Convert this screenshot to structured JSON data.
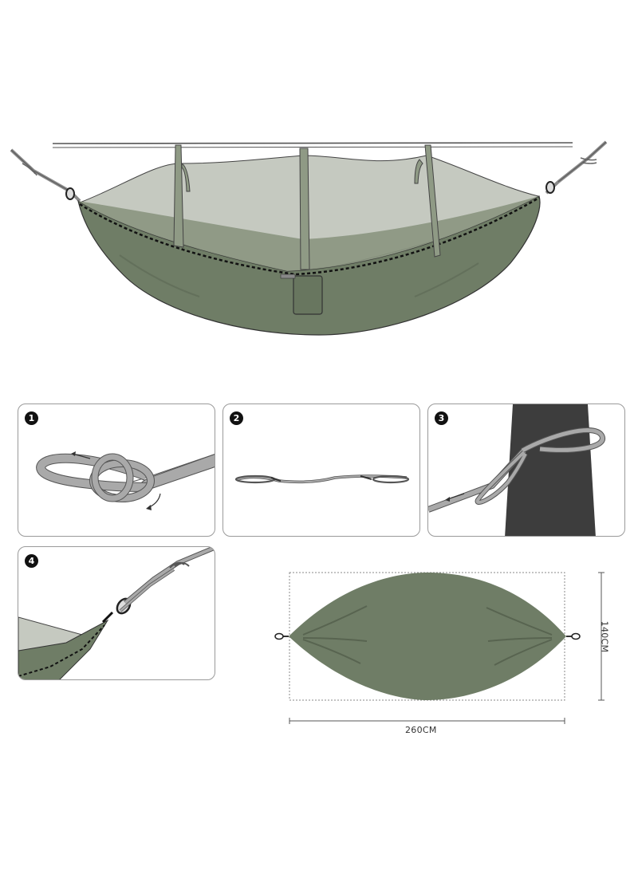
{
  "steps": [
    {
      "number": "1"
    },
    {
      "number": "2"
    },
    {
      "number": "3"
    },
    {
      "number": "4"
    }
  ],
  "dimensions": {
    "length": "260CM",
    "width": "140CM"
  },
  "colors": {
    "fabric": "#6f7d66",
    "fabric_dark": "#5b6853",
    "net": "#c3c7be",
    "strap": "#9a9a9a",
    "tree": "#3d3d3d"
  }
}
